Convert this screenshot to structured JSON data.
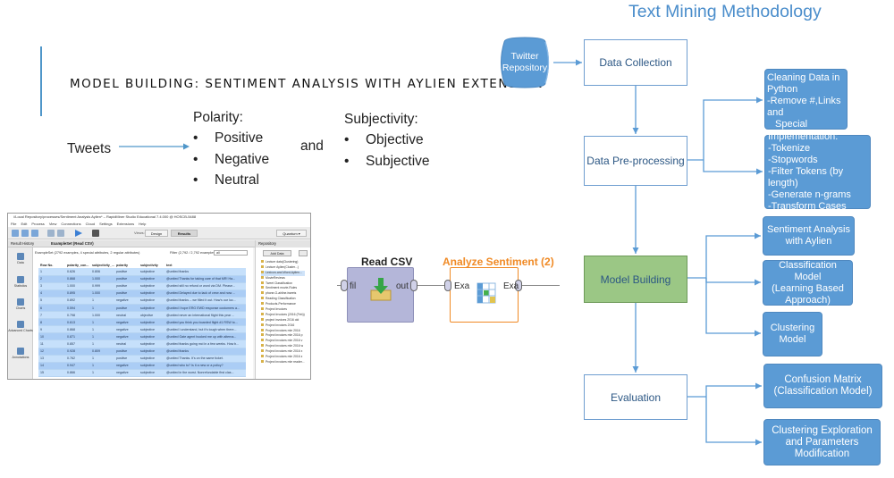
{
  "slide": {
    "title": "MODEL BUILDING: SENTIMENT ANALYSIS WITH AYLIEN EXTENSION",
    "tweets_label": "Tweets",
    "polarity": {
      "heading": "Polarity:",
      "items": [
        "Positive",
        "Negative",
        "Neutral"
      ]
    },
    "connector": "and",
    "subjectivity": {
      "heading": "Subjectivity:",
      "items": [
        "Objective",
        "Subjective"
      ]
    },
    "bullet": "•"
  },
  "rapidminer": {
    "window_title": "//Local Repository/processes/Sentiment Analysis Aylien* – RapidMiner Studio Educational 7.4.000 @ HOSCB-5488",
    "menu": [
      "File",
      "Edit",
      "Process",
      "View",
      "Connections",
      "Cloud",
      "Settings",
      "Extensions",
      "Help"
    ],
    "views_label": "Views:",
    "view_tabs": [
      "Design",
      "Results"
    ],
    "user_label": "Quantum ▾",
    "tabs": [
      "Result History",
      "ExampleSet (Read CSV)"
    ],
    "side_nav": [
      "Data",
      "Statistics",
      "Charts",
      "Advanced Charts",
      "Annotations"
    ],
    "info_text": "ExampleSet (2792 examples, 4 special attributes, 2 regular attributes)",
    "filter_text": "Filter (2,792 / 2,792 examples):",
    "filter_value": "all",
    "columns": [
      "Row No.",
      "polarity_con...",
      "subjectivity_...",
      "polarity",
      "subjectivity",
      "text"
    ],
    "rows": [
      [
        "1",
        "0.626",
        "0.806",
        "positive",
        "subjective",
        "@united thanks"
      ],
      [
        "2",
        "0.868",
        "1.000",
        "positive",
        "subjective",
        "@united Thanks for taking care of that MR! Ha..."
      ],
      [
        "3",
        "1.000",
        "0.999",
        "positive",
        "subjective",
        "@united still no refund or word via DM. Please..."
      ],
      [
        "4",
        "0.895",
        "1.000",
        "positive",
        "subjective",
        "@united Delayed due to lack of crew and now ..."
      ],
      [
        "5",
        "0.892",
        "1",
        "negative",
        "subjective",
        "@united thanks -- we filled it out. How's our luc..."
      ],
      [
        "6",
        "0.594",
        "1",
        "positive",
        "subjective",
        "@united I hope ERG EWD response customers a..."
      ],
      [
        "7",
        "0.798",
        "1.000",
        "neutral",
        "objective",
        "@united never an international flight this year ..."
      ],
      [
        "8",
        "0.613",
        "1",
        "negative",
        "subjective",
        "@united you think you boarded flight #1 RSW to..."
      ],
      [
        "9",
        "0.868",
        "1",
        "negative",
        "subjective",
        "@united I understand, but it's tough when there..."
      ],
      [
        "10",
        "0.871",
        "1",
        "negative",
        "subjective",
        "@united Gate agent hooked me up with alterna..."
      ],
      [
        "11",
        "0.857",
        "1",
        "neutral",
        "subjective",
        "@united thanks going mci in a few weeks. How b..."
      ],
      [
        "12",
        "0.928",
        "0.809",
        "positive",
        "subjective",
        "@united thanks"
      ],
      [
        "13",
        "0.762",
        "1",
        "positive",
        "subjective",
        "@united Thanks. It's on the same ticket."
      ],
      [
        "14",
        "0.947",
        "1",
        "negative",
        "subjective",
        "@united who to? Is it a new or a policy?"
      ],
      [
        "15",
        "0.866",
        "1",
        "negative",
        "subjective",
        "@united in the worst. Nonrefundable first clas..."
      ]
    ],
    "repository": {
      "title": "Repository",
      "add_button": "Add Data",
      "items": [
        "Lecture data(Clustering)",
        "Lecture Aylien(Cluster...)",
        "Lexicon-and-Word-Aylien...",
        "MovieReviews",
        "Tweet Classification",
        "Sentiment movie-Rules",
        "phone-G-airline-tweets",
        "Reading Classification",
        "Products-Performance",
        "Project Invoices",
        "Project Invoices (2016 (Feb))",
        "project invoices 2016 old",
        "Project invoices 2016",
        "Project invoices mle 2016",
        "Project invoices mle 2016 p",
        "Project invoices mle 2016 v",
        "Project invoices mle 2016 w",
        "Project invoices mle 2016 x",
        "Project invoices mle 2016 z",
        "Project invoices mle reader..."
      ]
    }
  },
  "operators": {
    "read_csv": {
      "name": "Read CSV",
      "in_port": "fil",
      "out_port": "out"
    },
    "analyze_sentiment": {
      "name": "Analyze Sentiment (2)",
      "in_port": "Exa",
      "out_port": "Exa"
    }
  },
  "methodology": {
    "title": "Text Mining Methodology",
    "source": "Twitter Repository",
    "stages": [
      "Data Collection",
      "Data Pre-processing",
      "Model Building",
      "Evaluation"
    ],
    "preprocessing_notes": [
      {
        "lines": [
          "Cleaning Data in",
          "Python",
          "-Remove #,Links and",
          "Special characters"
        ]
      },
      {
        "lines": [
          "Implementation:",
          "-Tokenize",
          "-Stopwords",
          "-Filter Tokens (by length)",
          "-Generate n-grams",
          "-Transform Cases"
        ]
      }
    ],
    "model_notes": [
      {
        "lines": [
          "Sentiment Analysis",
          "with Aylien"
        ]
      },
      {
        "lines": [
          "Classification Model",
          "(Learning Based",
          "Approach)"
        ]
      },
      {
        "lines": [
          "Clustering",
          "Model"
        ]
      }
    ],
    "evaluation_notes": [
      {
        "lines": [
          "Confusion Matrix",
          "(Classification Model)"
        ]
      },
      {
        "lines": [
          "Clustering Exploration",
          "and Parameters",
          "Modification"
        ]
      }
    ],
    "colors": {
      "accent": "#4a8dcb",
      "side_box": "#5b9bd5",
      "model_stage": "#9bc785",
      "read_csv": "#b4b6d9",
      "sentiment_border": "#f08a25"
    }
  }
}
